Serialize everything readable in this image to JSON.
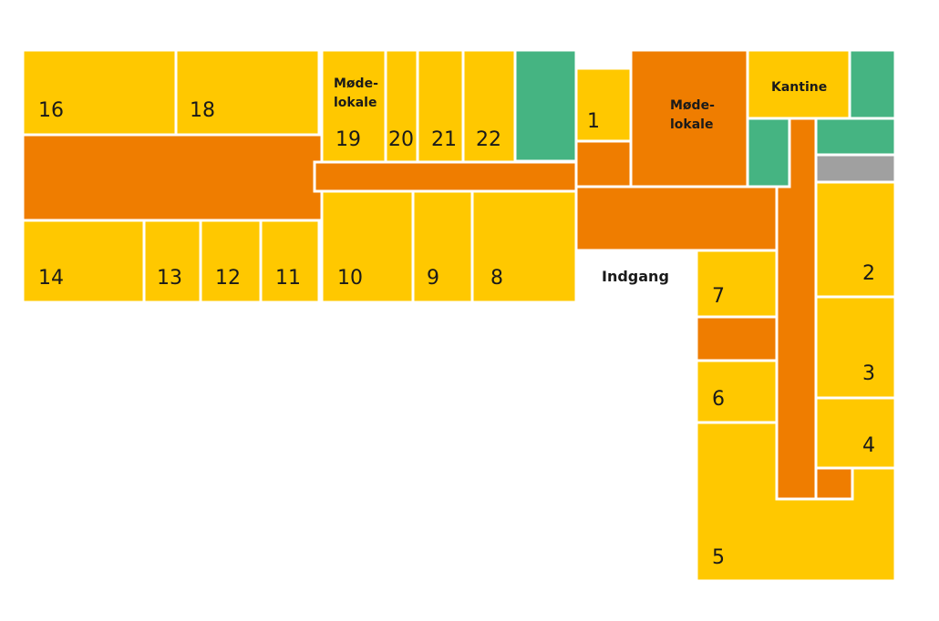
{
  "colors": {
    "room": "#FFC800",
    "corridor": "#EF7D00",
    "green": "#45B482",
    "grey": "#A0A0A0",
    "stroke": "#ffffff",
    "text": "#1a1a1a"
  },
  "rooms": {
    "r1": "1",
    "r2": "2",
    "r3": "3",
    "r4": "4",
    "r5": "5",
    "r6": "6",
    "r7": "7",
    "r8": "8",
    "r9": "9",
    "r10": "10",
    "r11": "11",
    "r12": "12",
    "r13": "13",
    "r14": "14",
    "r16": "16",
    "r18": "18",
    "r19": "19",
    "r20": "20",
    "r21": "21",
    "r22": "22"
  },
  "labels": {
    "meeting_small_line1": "Møde-",
    "meeting_small_line2": "lokale",
    "meeting_large_line1": "Møde-",
    "meeting_large_line2": "lokale",
    "canteen": "Kantine",
    "entrance": "Indgang"
  }
}
